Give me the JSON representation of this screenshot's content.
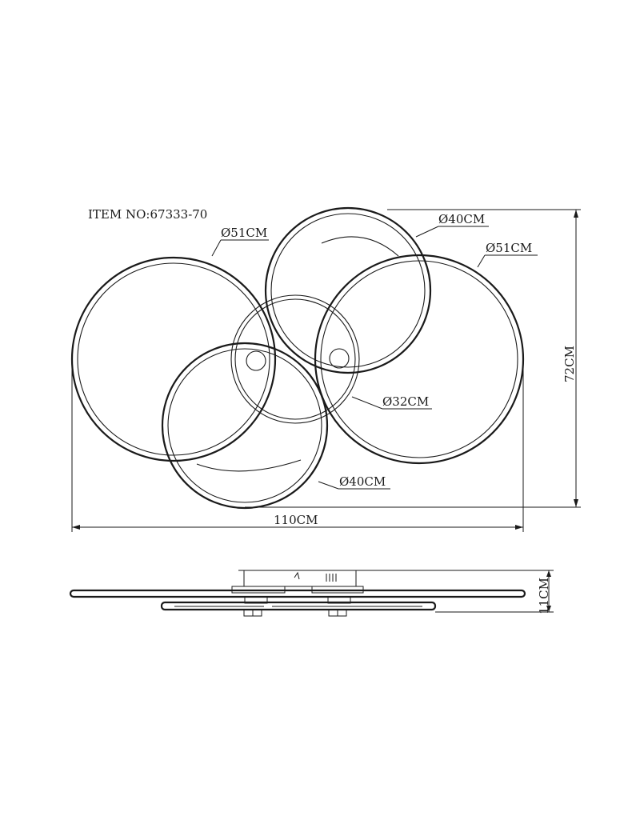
{
  "item_no": "ITEM NO:67333-70",
  "dimensions": {
    "ring_left": "Ø51CM",
    "ring_top": "Ø40CM",
    "ring_right": "Ø51CM",
    "ring_center": "Ø32CM",
    "ring_bottom": "Ø40CM",
    "total_width": "110CM",
    "total_height": "72CM",
    "side_height": "11CM"
  },
  "colors": {
    "line": "#1a1a1a",
    "background": "#ffffff"
  }
}
